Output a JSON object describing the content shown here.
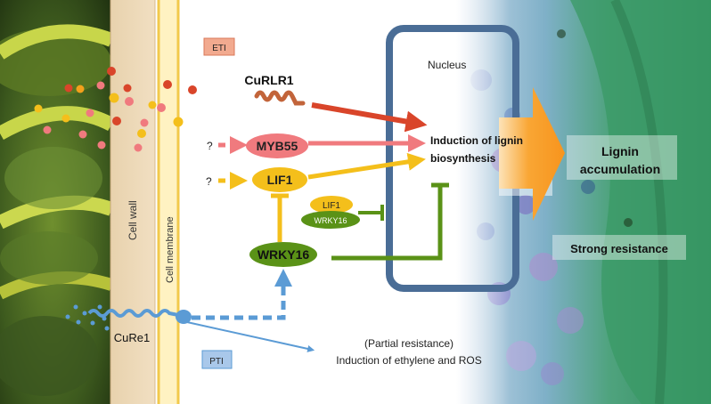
{
  "labels": {
    "eti": "ETI",
    "pti": "PTI",
    "nucleus": "Nucleus",
    "cell_wall": "Cell wall",
    "cell_membrane": "Cell membrane",
    "curlr1": "CuRLR1",
    "myb55": "MYB55",
    "lif1": "LIF1",
    "wrky16": "WRKY16",
    "complex_lif1": "LIF1",
    "complex_wrky16": "WRKY16",
    "q1": "?",
    "q2": "?",
    "induction_line1": "Induction of lignin",
    "induction_line2": "biosynthesis",
    "lignin_line1": "Lignin",
    "lignin_line2": "accumulation",
    "strong_resistance": "Strong resistance",
    "partial_resistance": "(Partial resistance)",
    "ethylene_ros": "Induction of ethylene and ROS",
    "cure1": "CuRe1"
  },
  "colors": {
    "red": "#d9452a",
    "pink": "#f07a7e",
    "yellow": "#f4bf1b",
    "green": "#5a9217",
    "blue": "#5b9bd5",
    "nucleus_border": "#4a6d96",
    "orange": "#f7941d"
  }
}
